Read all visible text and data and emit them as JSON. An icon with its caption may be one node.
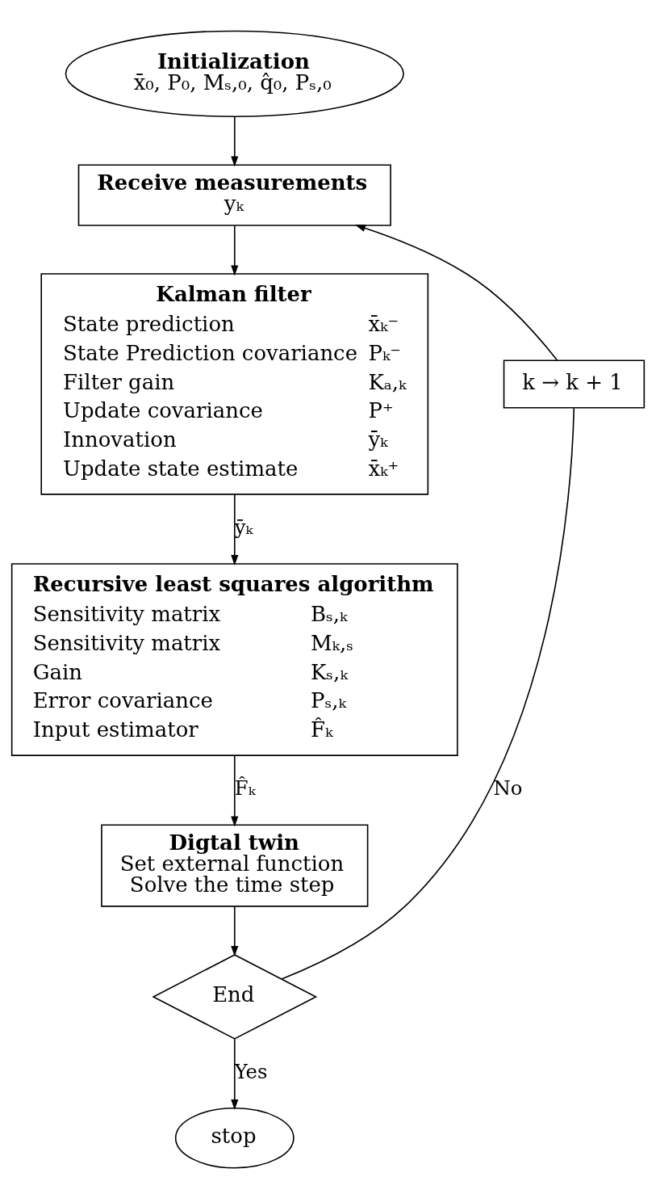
{
  "diagram": {
    "nodes": [
      {
        "text": [
          "Initialization",
          "x̄₀, P₀, Mₛ,₀, q̂₀, Pₛ,₀"
        ]
      },
      {
        "text": [
          "Receive measurements",
          "yₖ"
        ]
      },
      {
        "text": [
          "Kalman filter",
          "State prediction",
          "x̄ₖ⁻",
          "State Prediction covariance",
          "Pₖ⁻",
          "Filter gain",
          "Kₐ,ₖ",
          "Update covariance",
          "P⁺",
          "Innovation",
          "ȳₖ",
          "Update state estimate",
          "x̄ₖ⁺"
        ]
      },
      {
        "text": [
          "Recursive least squares algorithm",
          "Sensitivity matrix",
          "Bₛ,ₖ",
          "Sensitivity matrix",
          "Mₖ,ₛ",
          "Gain",
          "Kₛ,ₖ",
          "Error covariance",
          "Pₛ,ₖ",
          "Input estimator",
          "F̂ₖ"
        ]
      },
      {
        "text": [
          "Digtal twin",
          "Set external function",
          "Solve the time step"
        ]
      },
      {
        "text": [
          "End"
        ]
      },
      {
        "text": [
          "stop"
        ]
      },
      {
        "text": [
          "k → k + 1"
        ]
      }
    ],
    "edges": [
      {
        "from": 0,
        "to": 1,
        "arrow": "to"
      },
      {
        "from": 1,
        "to": 2,
        "arrow": "to"
      },
      {
        "from": 2,
        "to": 3,
        "arrow": "to",
        "label": "ȳₖ"
      },
      {
        "from": 3,
        "to": 4,
        "arrow": "to",
        "label": "F̂ₖ"
      },
      {
        "from": 4,
        "to": 5,
        "arrow": "to"
      },
      {
        "from": 5,
        "to": 6,
        "arrow": "to",
        "label": "Yes"
      },
      {
        "from": 5,
        "to": 7,
        "arrow": "none",
        "label": "No"
      },
      {
        "from": 7,
        "to": 1,
        "arrow": "to"
      }
    ]
  }
}
